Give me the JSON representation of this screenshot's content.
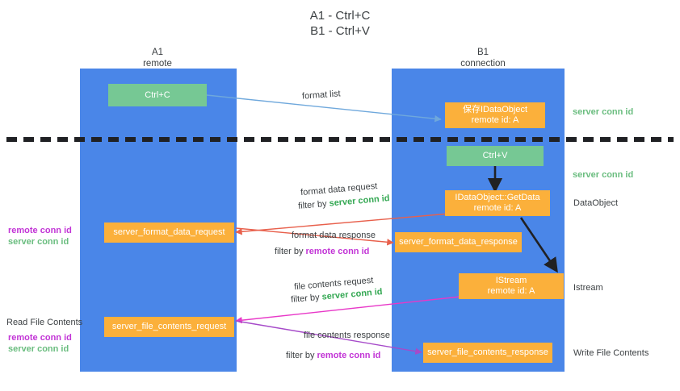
{
  "title": "A1 - Ctrl+C\nB1 - Ctrl+V",
  "columns": {
    "left": {
      "name": "A1",
      "role": "remote"
    },
    "right": {
      "name": "B1",
      "role": "connection"
    }
  },
  "boxes": {
    "ctrl_c": {
      "label": "Ctrl+C",
      "color": "#76c894"
    },
    "save_idataobject": {
      "line1": "保存IDataObject",
      "line2": "remote id: A",
      "color": "#fbb03b"
    },
    "ctrl_v": {
      "label": "Ctrl+V",
      "color": "#76c894"
    },
    "getdata": {
      "line1": "IDataObject::GetData",
      "line2": "remote id: A",
      "color": "#fbb03b"
    },
    "server_format_data_request": {
      "label": "server_format_data_request",
      "color": "#fbb03b"
    },
    "server_format_data_response": {
      "label": "server_format_data_response",
      "color": "#fbb03b"
    },
    "istream": {
      "line1": "IStream",
      "line2": "remote id: A",
      "color": "#fbb03b"
    },
    "server_file_contents_request": {
      "label": "server_file_contents_request",
      "color": "#fbb03b"
    },
    "server_file_contents_response": {
      "label": "server_file_contents_response",
      "color": "#fbb03b"
    }
  },
  "arrow_labels": {
    "format_list": "format list",
    "format_data_request": "format data request",
    "format_data_request_filter_prefix": "filter by ",
    "format_data_request_filter_key": "server conn id",
    "format_data_response": "format data response",
    "format_data_response_filter_prefix": "filter by ",
    "format_data_response_filter_key": "remote conn id",
    "file_contents_request": "file contents request",
    "file_contents_request_filter_prefix": "filter by ",
    "file_contents_request_filter_key": "server conn id",
    "file_contents_response": "file contents response",
    "file_contents_response_filter_prefix": "filter by ",
    "file_contents_response_filter_key": "remote conn id"
  },
  "annotations": {
    "right_server_conn_id_top": "server conn id",
    "right_server_conn_id_mid": "server conn id",
    "right_dataobject": "DataObject",
    "right_istream": "Istream",
    "right_write_file_contents": "Write File Contents",
    "left_remote_conn_id_1": "remote conn id",
    "left_server_conn_id_1": "server conn id",
    "left_read_file_contents": "Read File Contents",
    "left_remote_conn_id_2": "remote conn id",
    "left_server_conn_id_2": "server conn id"
  },
  "colors": {
    "lane": "#4a86e8",
    "green_box": "#76c894",
    "orange_box": "#fbb03b",
    "server_conn_id": "#34a853",
    "remote_conn_id": "#c234d6",
    "arrow_blue": "#6fa8dc",
    "arrow_red": "#e8604c",
    "arrow_magenta": "#e838c8",
    "arrow_purple": "#a64ac9",
    "arrow_black": "#202124",
    "divider": "#202124",
    "text": "#3c4043"
  }
}
